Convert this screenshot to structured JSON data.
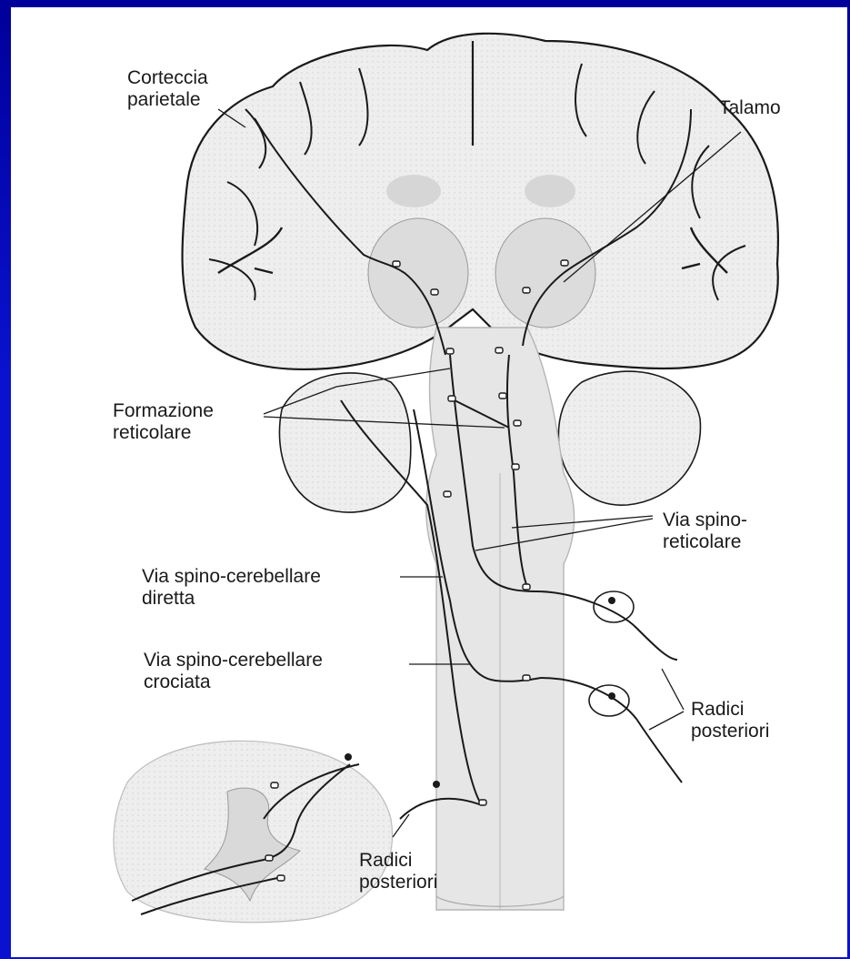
{
  "labels": {
    "corteccia_1": "Corteccia",
    "corteccia_2": "parietale",
    "talamo": "Talamo",
    "formazione_1": "Formazione",
    "formazione_2": "reticolare",
    "spinoret_1": "Via spino-",
    "spinoret_2": "reticolare",
    "spcer_dir_1": "Via spino-cerebellare",
    "spcer_dir_2": "diretta",
    "spcer_cro_1": "Via spino-cerebellare",
    "spcer_cro_2": "crociata",
    "radici_r_1": "Radici",
    "radici_r_2": "posteriori",
    "radici_b_1": "Radici",
    "radici_b_2": "posteriori"
  },
  "colors": {
    "frame": "#0a12d0",
    "tissue": "#ececec",
    "tissue_dark": "#d8d8d8",
    "stroke": "#1a1a1a"
  }
}
